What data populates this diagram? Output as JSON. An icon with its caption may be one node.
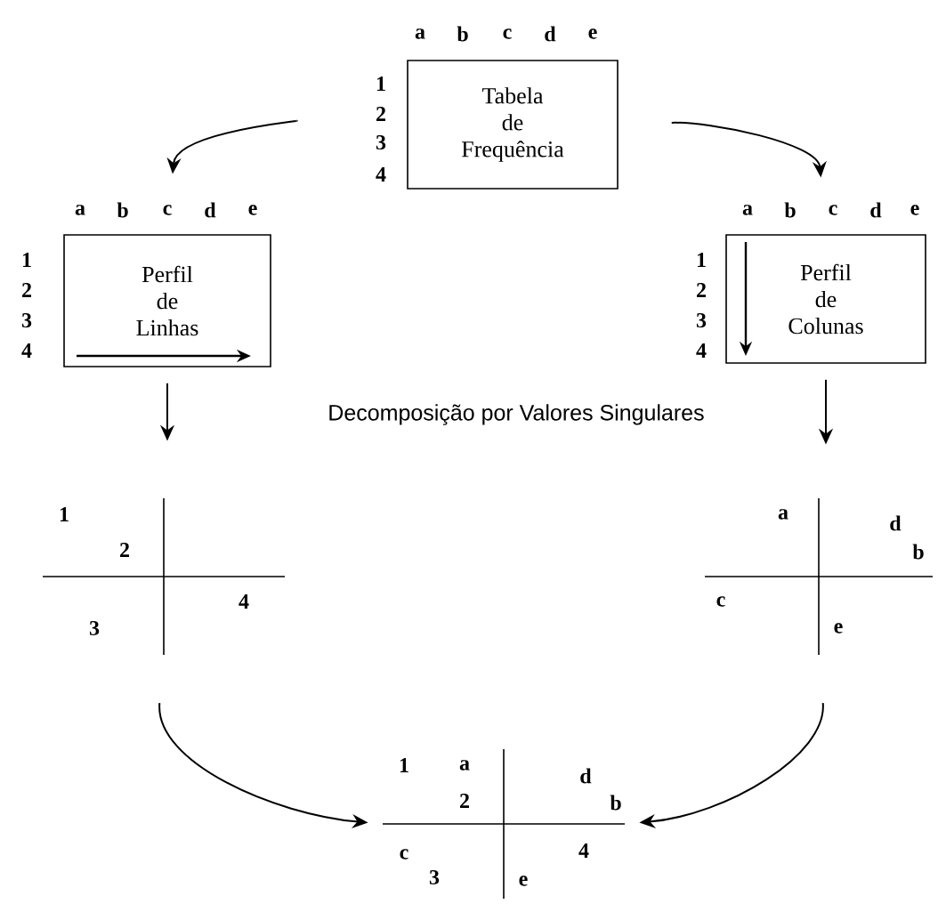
{
  "diagram": {
    "nodes": [
      {
        "text": [
          "Tabela de Frequência"
        ],
        "beside": [
          "a",
          "b",
          "c",
          "d",
          "e",
          "1",
          "2",
          "3",
          "4"
        ]
      },
      {
        "text": [
          "Perfil de Linhas"
        ],
        "beside": [
          "a",
          "b",
          "c",
          "d",
          "e",
          "1",
          "2",
          "3",
          "4"
        ]
      },
      {
        "text": [
          "Perfil de Colunas"
        ],
        "beside": [
          "a",
          "b",
          "c",
          "d",
          "e",
          "1",
          "2",
          "3",
          "4"
        ]
      },
      {
        "text": [
          "1",
          "2",
          "4",
          "3"
        ]
      },
      {
        "text": [
          "a",
          "d",
          "b",
          "c",
          "e"
        ]
      },
      {
        "text": [
          "1",
          "a",
          "d",
          "2",
          "b",
          "c",
          "4",
          "3",
          "e"
        ]
      }
    ],
    "edges": [
      {
        "from": 0,
        "to": 1,
        "arrow": "to"
      },
      {
        "from": 0,
        "to": 2,
        "arrow": "to"
      },
      {
        "from": 1,
        "to": 3,
        "arrow": "to"
      },
      {
        "from": 2,
        "to": 4,
        "arrow": "to"
      },
      {
        "from": 3,
        "to": 5,
        "arrow": "to"
      },
      {
        "from": 4,
        "to": 5,
        "arrow": "to"
      }
    ],
    "labels": [
      "Decomposição por Valores Singulares"
    ]
  }
}
